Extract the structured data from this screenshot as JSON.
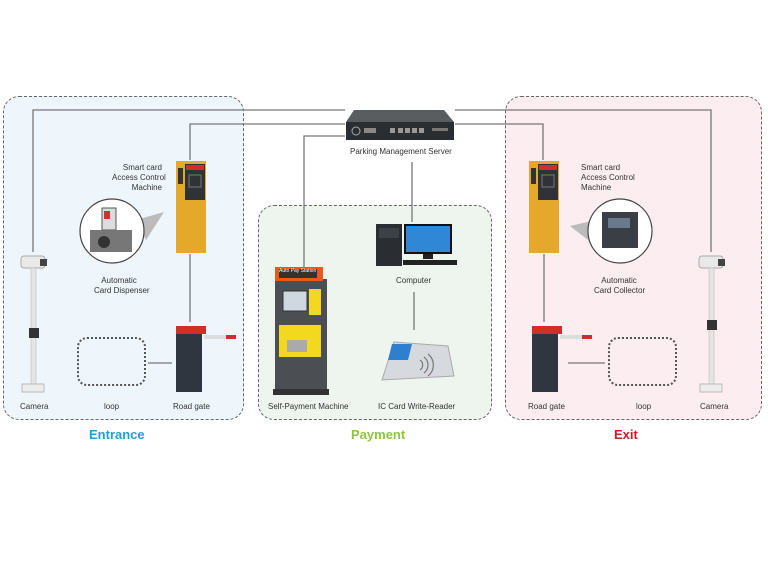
{
  "server": {
    "label": "Parking Management Server"
  },
  "zones": {
    "entrance": {
      "title": "Entrance",
      "color": "#1da1d9",
      "access_machine": "Smart card Access Control Machine",
      "access_machine_lines": [
        "Smart card",
        "Access Control",
        "Machine"
      ],
      "card_device_lines": [
        "Automatic",
        "Card Dispenser"
      ],
      "camera": "Camera",
      "loop": "loop",
      "road_gate": "Road gate"
    },
    "payment": {
      "title": "Payment",
      "color": "#8cc63f",
      "self_payment": "Self-Payment Machine",
      "pay_station_sign": "Auto Pay Station",
      "computer": "Computer",
      "card_reader": "IC Card Write-Reader"
    },
    "exit": {
      "title": "Exit",
      "color": "#d7182a",
      "access_machine_lines": [
        "Smart card",
        "Access Control",
        "Machine"
      ],
      "card_device_lines": [
        "Automatic",
        "Card Collector"
      ],
      "camera": "Camera",
      "loop": "loop",
      "road_gate": "Road gate"
    }
  }
}
